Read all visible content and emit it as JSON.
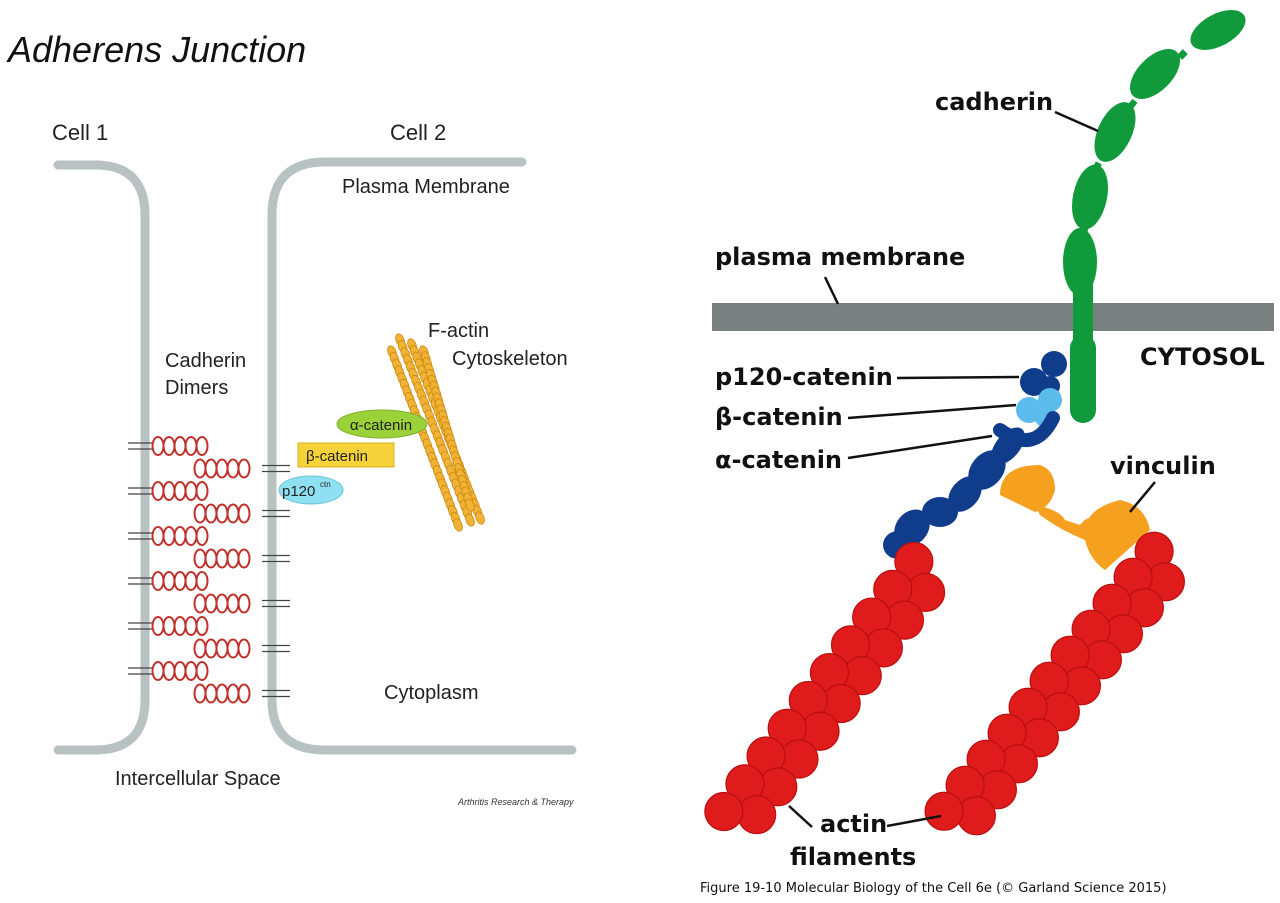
{
  "left_panel": {
    "title": "Adherens Junction",
    "cell1": "Cell 1",
    "cell2": "Cell 2",
    "plasma_membrane": "Plasma Membrane",
    "cadherin_dimers_line1": "Cadherin",
    "cadherin_dimers_line2": "Dimers",
    "f_actin_line1": "F-actin",
    "f_actin_line2": "Cytoskeleton",
    "alpha_catenin": "α-catenin",
    "beta_catenin": "β-catenin",
    "p120": "p120",
    "p120_sup": "ctn",
    "cytoplasm": "Cytoplasm",
    "intercellular_space": "Intercellular Space",
    "credit": "Arthritis Research & Therapy",
    "colors": {
      "membrane": "#b8c2c2",
      "cadherin": "#c0312b",
      "alpha_catenin": "#9bd23a",
      "beta_catenin": "#f5d23a",
      "p120": "#8fe1f2",
      "actin": "#f2b233"
    }
  },
  "right_panel": {
    "cadherin": "cadherin",
    "plasma_membrane": "plasma membrane",
    "cytosol": "CYTOSOL",
    "p120_catenin": "p120-catenin",
    "beta_catenin": "β-catenin",
    "alpha_catenin": "α-catenin",
    "vinculin": "vinculin",
    "actin_line1": "actin",
    "actin_line2": "filaments",
    "credit": "Figure 19-10  Molecular Biology of the Cell 6e (© Garland Science 2015)",
    "colors": {
      "cadherin": "#119a3c",
      "membrane": "#7a8080",
      "p120": "#0f3d8c",
      "beta_catenin": "#5bbcec",
      "alpha_catenin": "#0f3d8c",
      "vinculin": "#f6a01f",
      "actin": "#e01b1b"
    }
  }
}
